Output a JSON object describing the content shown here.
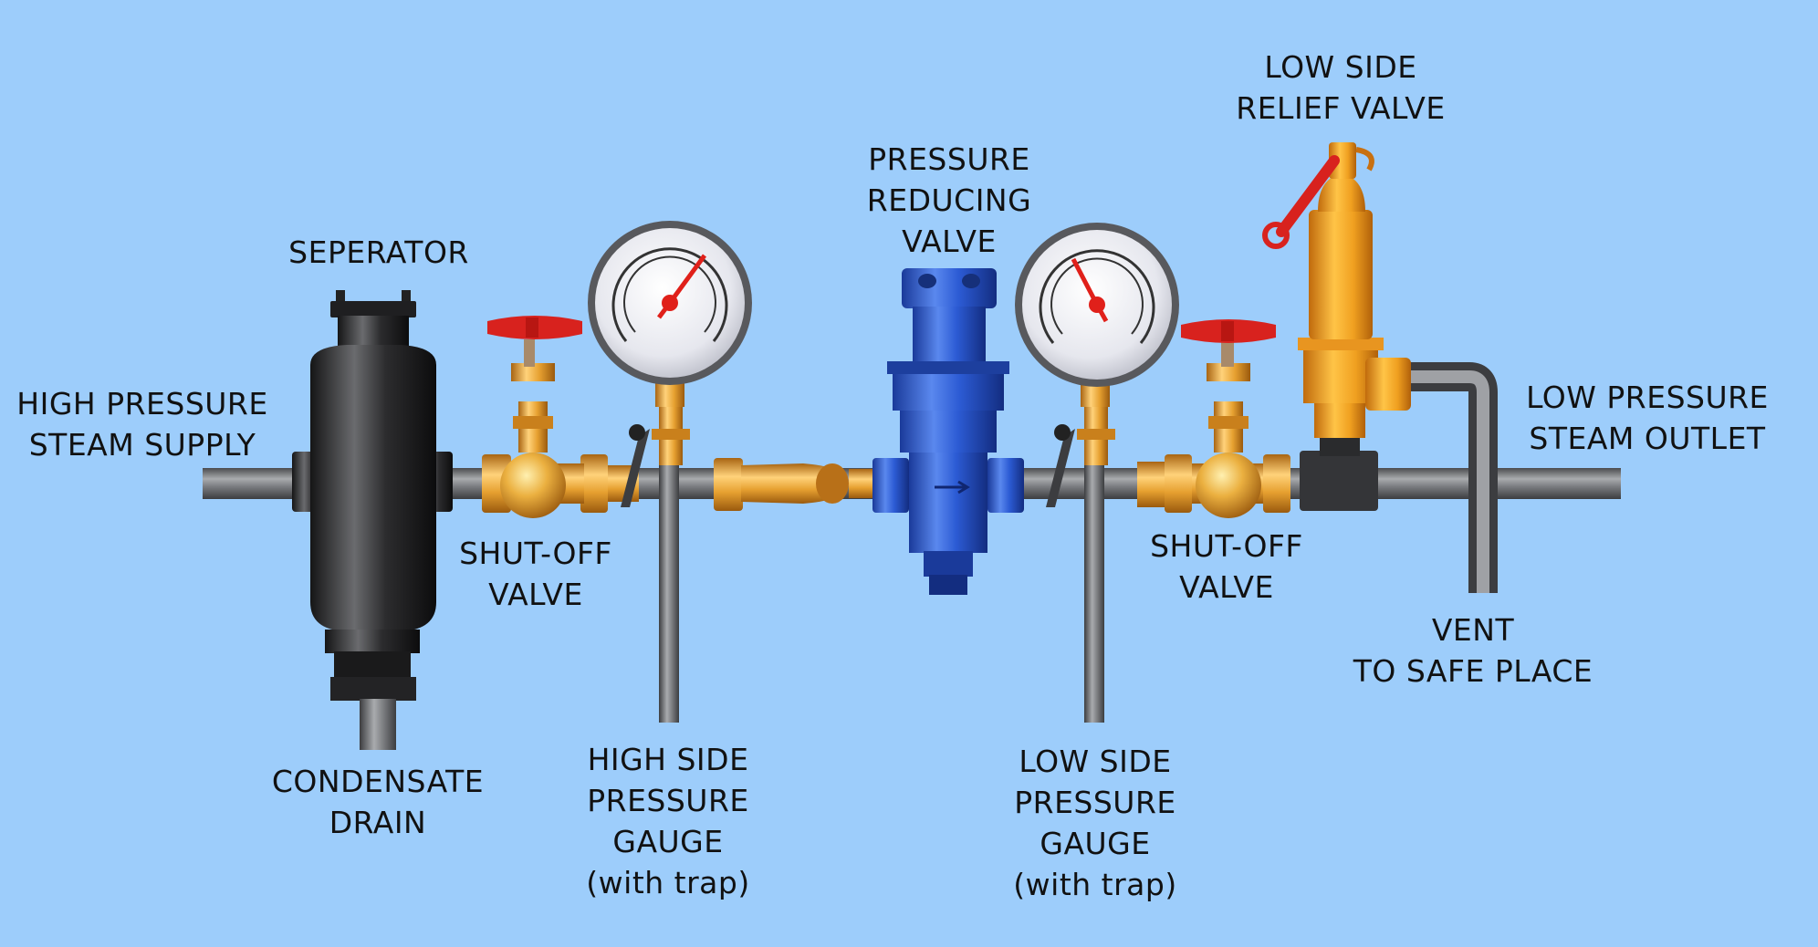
{
  "colors": {
    "background": "#9dcdfb",
    "pipe": "#707174",
    "brass": "#e7a233",
    "valve_blue": "#2c5bd4",
    "separator_black": "#2b2b2d",
    "handwheel_red": "#d8221e",
    "gauge_face": "#eeeff4"
  },
  "labels": {
    "high_pressure_supply": [
      "HIGH PRESSURE",
      "STEAM SUPPLY"
    ],
    "separator": [
      "SEPERATOR"
    ],
    "condensate_drain": [
      "CONDENSATE",
      "DRAIN"
    ],
    "shutoff_valve_1": [
      "SHUT-OFF",
      "VALVE"
    ],
    "high_side_gauge": [
      "HIGH SIDE",
      "PRESSURE",
      "GAUGE",
      "(with trap)"
    ],
    "pressure_reducing_valve": [
      "PRESSURE",
      "REDUCING",
      "VALVE"
    ],
    "low_side_gauge": [
      "LOW SIDE",
      "PRESSURE",
      "GAUGE",
      "(with trap)"
    ],
    "shutoff_valve_2": [
      "SHUT-OFF",
      "VALVE"
    ],
    "low_side_relief_valve": [
      "LOW SIDE",
      "RELIEF VALVE"
    ],
    "low_pressure_outlet": [
      "LOW PRESSURE",
      "STEAM OUTLET"
    ],
    "vent": [
      "VENT",
      "TO SAFE PLACE"
    ]
  }
}
